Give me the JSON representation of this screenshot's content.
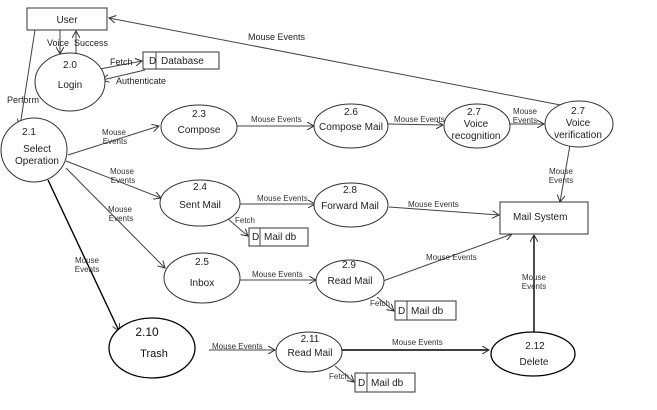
{
  "diagram": {
    "type": "data-flow-diagram",
    "entities": {
      "user": "User",
      "mail_system": "Mail System"
    },
    "stores": {
      "database": {
        "tag": "D",
        "name": "Database"
      },
      "mail_db_sent": {
        "tag": "D",
        "name": "Mail db"
      },
      "mail_db_read": {
        "tag": "D",
        "name": "Mail db"
      },
      "mail_db_trash": {
        "tag": "D",
        "name": "Mail db"
      }
    },
    "processes": {
      "login": {
        "number": "2.0",
        "name": "Login"
      },
      "select_operation": {
        "number": "2.1",
        "name_line1": "Select",
        "name_line2": "Operation"
      },
      "compose": {
        "number": "2.3",
        "name": "Compose"
      },
      "sent_mail": {
        "number": "2.4",
        "name": "Sent Mail"
      },
      "inbox": {
        "number": "2.5",
        "name": "Inbox"
      },
      "compose_mail": {
        "number": "2.6",
        "name": "Compose Mail"
      },
      "voice_recognition": {
        "number": "2.7",
        "name_line1": "Voice",
        "name_line2": "recognition"
      },
      "voice_verification": {
        "number": "2.7",
        "name_line1": "Voice",
        "name_line2": "verification"
      },
      "forward_mail": {
        "number": "2.8",
        "name": "Forward Mail"
      },
      "read_mail": {
        "number": "2.9",
        "name": "Read Mail"
      },
      "trash": {
        "number": "2.10",
        "name": "Trash"
      },
      "trash_read_mail": {
        "number": "2.11",
        "name": "Read Mail"
      },
      "delete": {
        "number": "2.12",
        "name": "Delete"
      }
    },
    "flows": {
      "voice": "Voice",
      "success": "Success",
      "fetch_db": "Fetch",
      "authenticate": "Authenticate",
      "perform": "Perform",
      "mouse_events": "Mouse Events",
      "mouse": "Mouse",
      "events": "Events",
      "fetch": "Fetch"
    }
  }
}
